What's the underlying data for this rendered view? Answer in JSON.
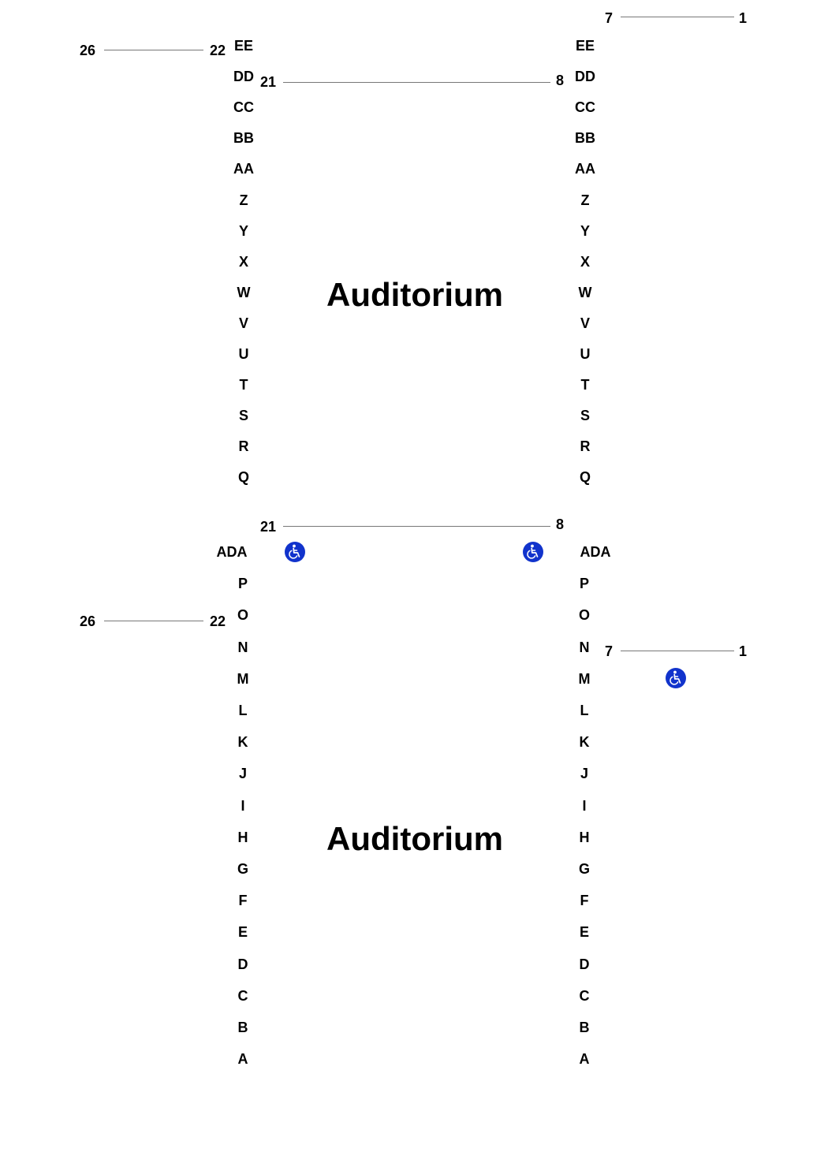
{
  "sections": [
    {
      "title": "Auditorium"
    },
    {
      "title": "Auditorium"
    }
  ],
  "upper_left_rows": [
    "EE",
    "DD",
    "CC",
    "BB",
    "AA",
    "Z",
    "Y",
    "X",
    "W",
    "V",
    "U",
    "T",
    "S",
    "R",
    "Q"
  ],
  "upper_right_rows": [
    "EE",
    "DD",
    "CC",
    "BB",
    "AA",
    "Z",
    "Y",
    "X",
    "W",
    "V",
    "U",
    "T",
    "S",
    "R",
    "Q"
  ],
  "lower_left_rows": [
    "ADA",
    "P",
    "O",
    "N",
    "M",
    "L",
    "K",
    "J",
    "I",
    "H",
    "G",
    "F",
    "E",
    "D",
    "C",
    "B",
    "A"
  ],
  "lower_right_rows": [
    "ADA",
    "P",
    "O",
    "N",
    "M",
    "L",
    "K",
    "J",
    "I",
    "H",
    "G",
    "F",
    "E",
    "D",
    "C",
    "B",
    "A"
  ],
  "seat_ranges": [
    {
      "from": "7",
      "to": "1"
    },
    {
      "from": "26",
      "to": "22"
    },
    {
      "from": "21",
      "to": "8"
    },
    {
      "from": "21",
      "to": "8"
    },
    {
      "from": "26",
      "to": "22"
    },
    {
      "from": "7",
      "to": "1"
    }
  ],
  "accessibility_icon": "wheelchair-icon",
  "accessibility_color": "#1133cc",
  "line_color": "#777777"
}
